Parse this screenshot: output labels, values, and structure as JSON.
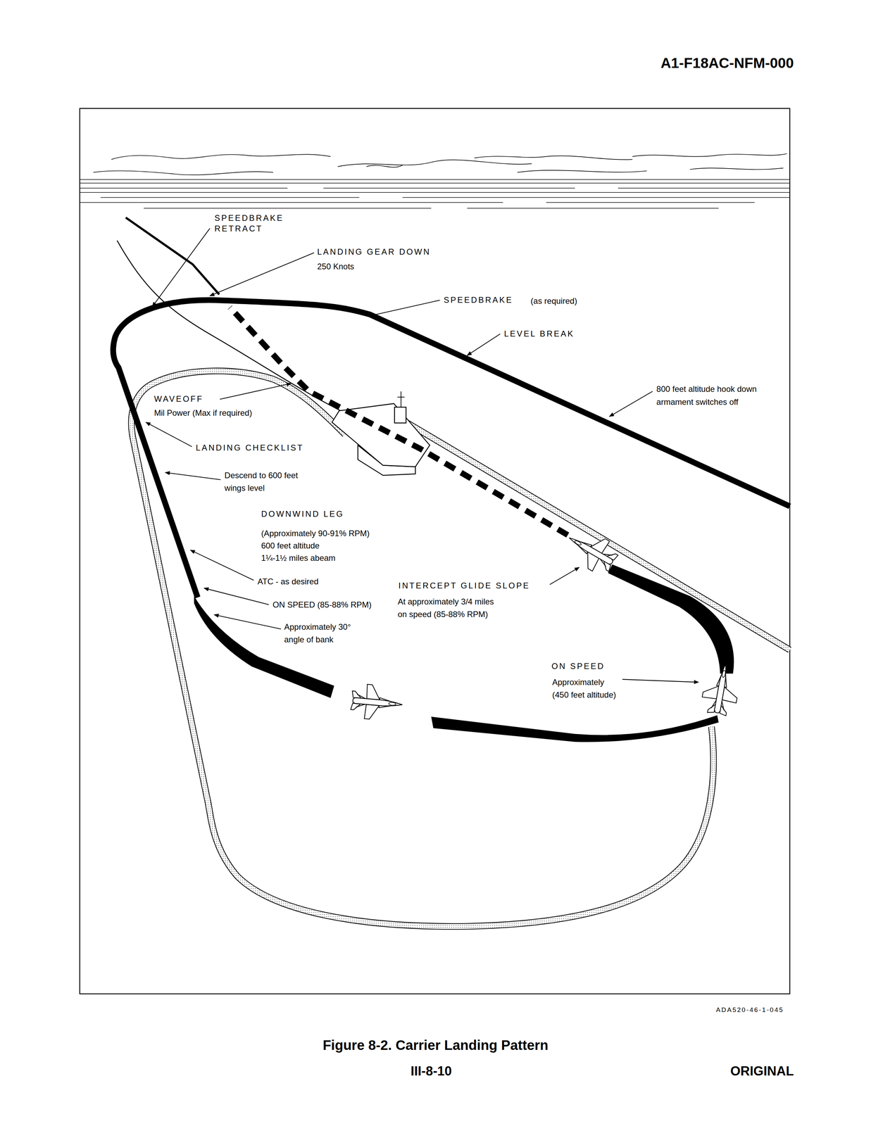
{
  "diagram": {
    "caption": "Figure 8-2. Carrier Landing Pattern",
    "labels": [
      "A1-F18AC-NFM-000",
      "SPEEDBRAKE RETRACT",
      "LANDING GEAR DOWN",
      "250 Knots",
      "SPEEDBRAKE",
      "(as required)",
      "LEVEL BREAK",
      "800 feet altitude hook down armament switches off",
      "WAVEOFF",
      "Mil Power (Max if required)",
      "LANDING CHECKLIST",
      "Descend to 600 feet wings level",
      "DOWNWIND LEG",
      "(Approximately 90-91% RPM)",
      "600 feet altitude",
      "1¼-1½ miles abeam",
      "ATC - as desired",
      "ON SPEED (85-88% RPM)",
      "Approximately 30° angle of bank",
      "INTERCEPT GLIDE SLOPE",
      "At approximately 3/4 miles on speed (85-88% RPM)",
      "ON SPEED",
      "Approximately (450 feet altitude)",
      "ADA520-46-1-045",
      "III-8-10",
      "ORIGINAL"
    ]
  }
}
